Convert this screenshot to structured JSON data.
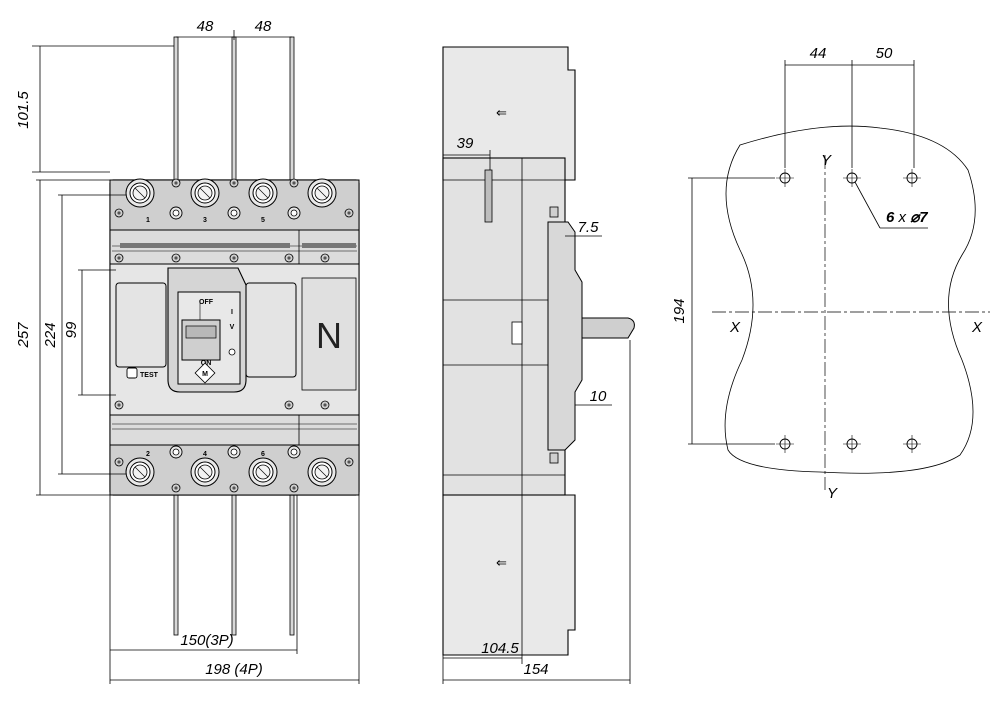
{
  "front_view": {
    "dims": {
      "pole_pitch_left": "48",
      "pole_pitch_right": "48",
      "busbar_extension": "101.5",
      "overall_height": "257",
      "terminal_height": "224",
      "window_height": "99",
      "width_3p": "150(3P)",
      "width_4p": "198 (4P)"
    },
    "terminals_top": [
      "1",
      "3",
      "5"
    ],
    "terminals_bottom": [
      "2",
      "4",
      "6"
    ],
    "handle_off": "OFF",
    "handle_on": "ON",
    "handle_io": "I",
    "handle_v": "V",
    "test_button": "TEST",
    "neutral_label": "N",
    "logo": "M"
  },
  "side_view": {
    "dims": {
      "handle_offset": "39",
      "flange_top": "7.5",
      "flange_bottom": "10",
      "base_depth": "104.5",
      "overall_depth": "154"
    }
  },
  "mounting_view": {
    "dims": {
      "hole_spacing_left": "44",
      "hole_spacing_right": "50",
      "vertical_spacing": "194",
      "holes_count": "6",
      "holes_x": "x",
      "holes_diameter": "⌀7"
    },
    "axis_labels": {
      "x_left": "X",
      "x_right": "X",
      "y_top": "Y",
      "y_bottom": "Y"
    }
  }
}
